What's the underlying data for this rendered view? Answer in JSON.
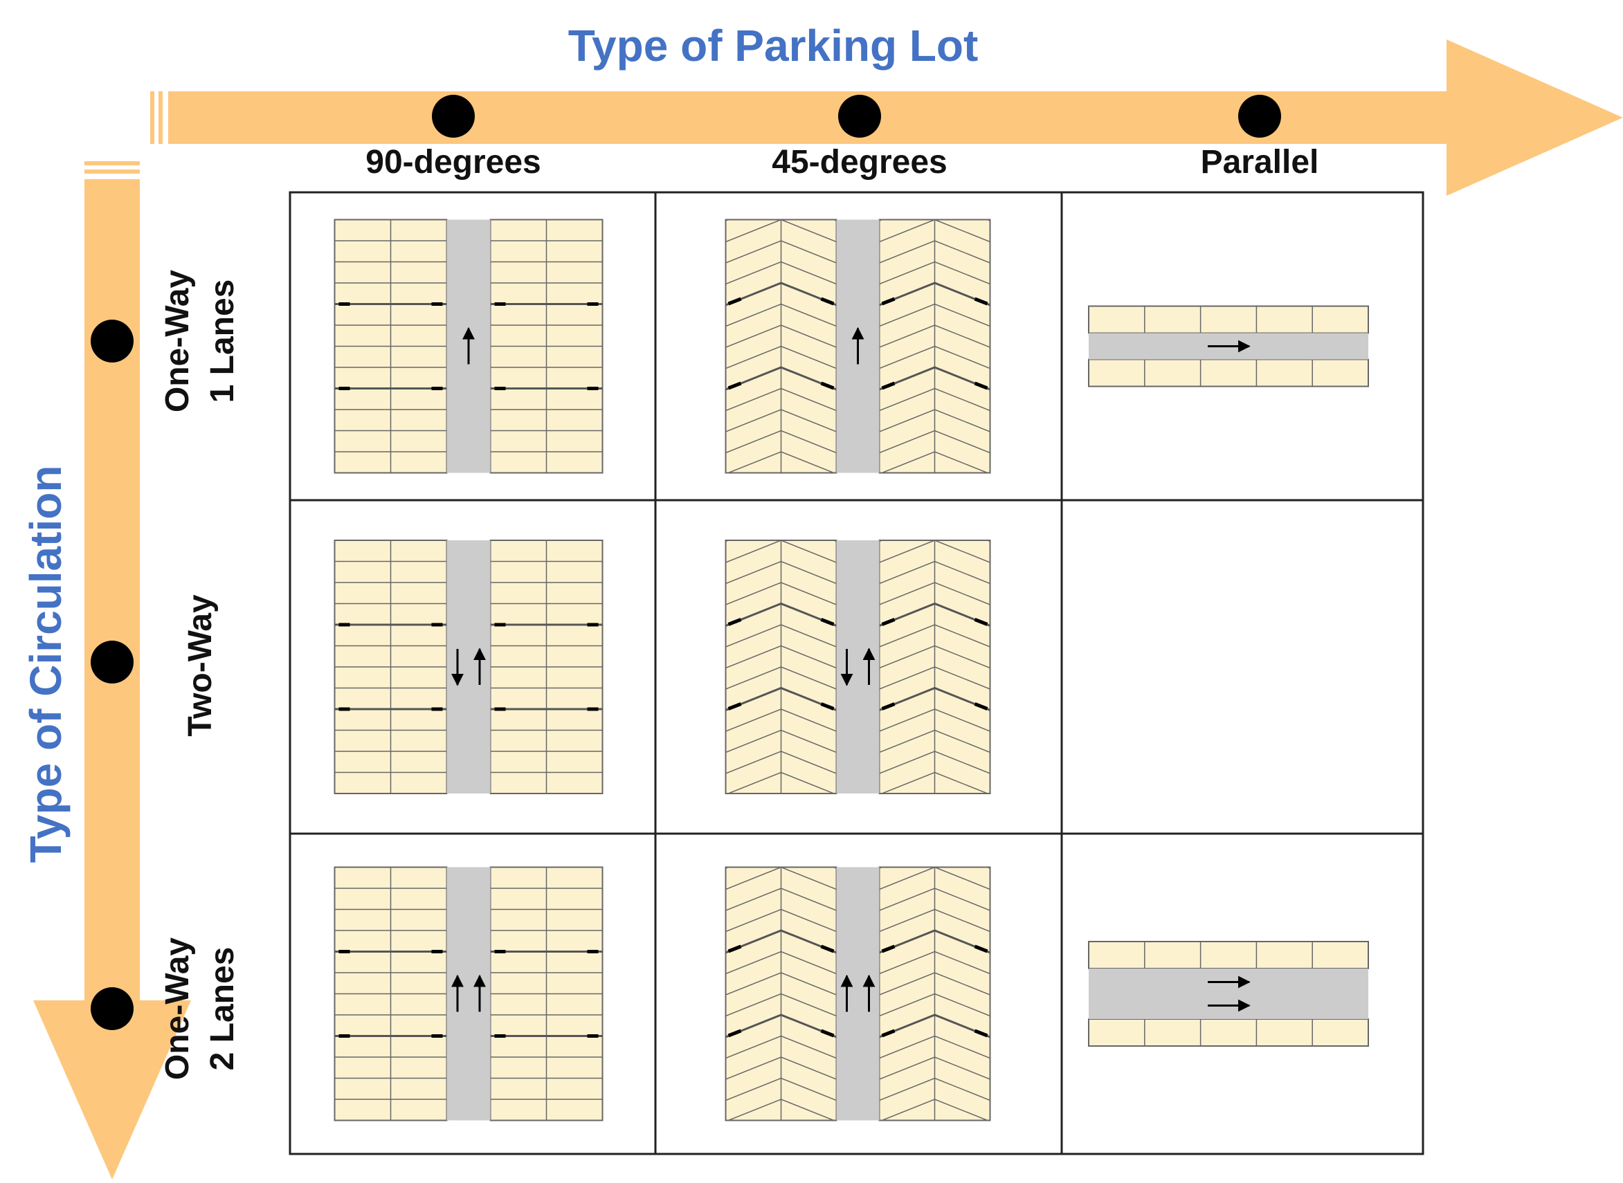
{
  "figure": {
    "x_axis": {
      "title": "Type of Parking Lot",
      "categories": [
        "90-degrees",
        "45-degrees",
        "Parallel"
      ]
    },
    "y_axis": {
      "title": "Type of Circulation",
      "categories": [
        {
          "line1": "One-Way",
          "line2": "1 Lanes"
        },
        {
          "line1": "Two-Way",
          "line2": ""
        },
        {
          "line1": "One-Way",
          "line2": "2 Lanes"
        }
      ]
    },
    "cells": [
      [
        {
          "layout": "90-degrees",
          "arrows": "up"
        },
        {
          "layout": "45-degrees",
          "arrows": "up"
        },
        {
          "layout": "parallel",
          "arrows": "right"
        }
      ],
      [
        {
          "layout": "90-degrees",
          "arrows": "down-up"
        },
        {
          "layout": "45-degrees",
          "arrows": "down-up"
        },
        {
          "layout": "empty",
          "arrows": "none"
        }
      ],
      [
        {
          "layout": "90-degrees",
          "arrows": "up-up"
        },
        {
          "layout": "45-degrees",
          "arrows": "up-up"
        },
        {
          "layout": "parallel",
          "arrows": "right-right"
        }
      ]
    ],
    "colors": {
      "axis_arrow": "#fdc77e",
      "axis_title": "#4472c4",
      "stall_fill": "#fdf2d0",
      "aisle": "#cccccc",
      "line": "#666666",
      "dot": "#000000"
    }
  }
}
